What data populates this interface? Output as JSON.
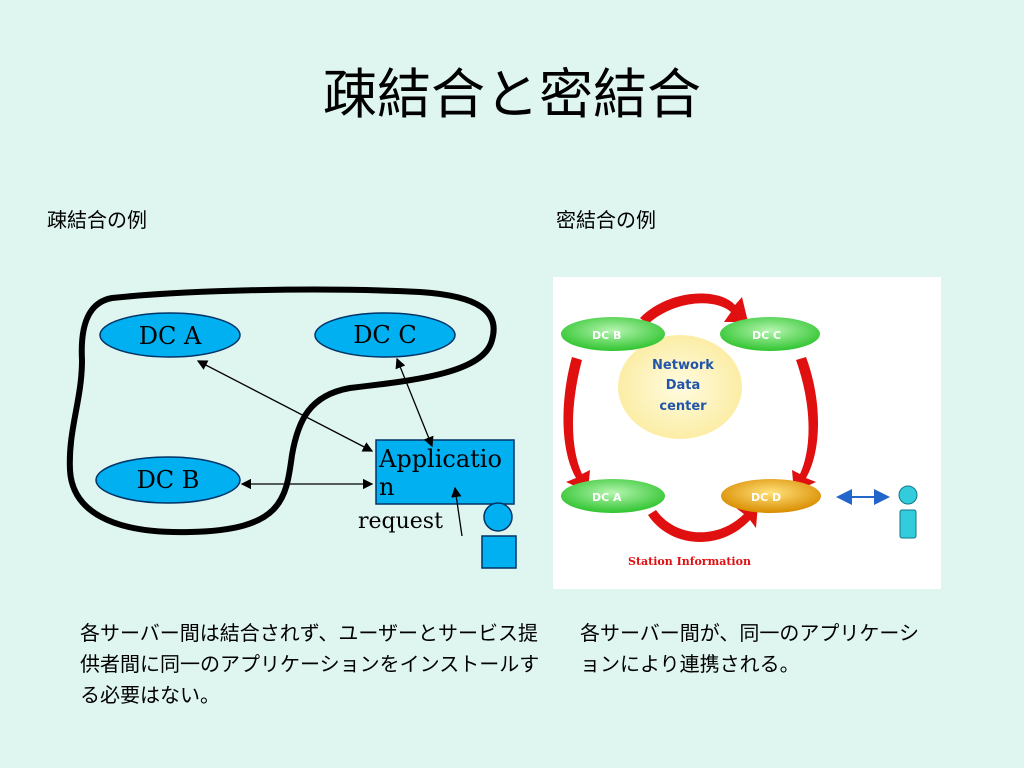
{
  "title": "疎結合と密結合",
  "left": {
    "heading": "疎結合の例",
    "nodes": {
      "dc_a": "DC A",
      "dc_b": "DC B",
      "dc_c": "DC C"
    },
    "app_line1": "Applicatio",
    "app_line2": "n",
    "request": "request",
    "description": "各サーバー間は結合されず、ユーザーとサービス提供者間に同一のアプリケーションをインストールする必要はない。"
  },
  "right": {
    "heading": "密結合の例",
    "nodes": {
      "dc_b": "DC B",
      "dc_c": "DC C",
      "dc_a": "DC A",
      "dc_d": "DC D"
    },
    "center_line1": "Network",
    "center_line2": "Data",
    "center_line3": "center",
    "station": "Station Information",
    "description": "各サーバー間が、同一のアプリケーションにより連携される。"
  },
  "colors": {
    "background": "#dff5ef",
    "node_blue": "#00b0f0",
    "node_green": "#3fd23f",
    "node_orange": "#e8a000",
    "arrow_red": "#e01010",
    "center_yellow": "#fff3b0",
    "user_cyan": "#33ccdd"
  }
}
